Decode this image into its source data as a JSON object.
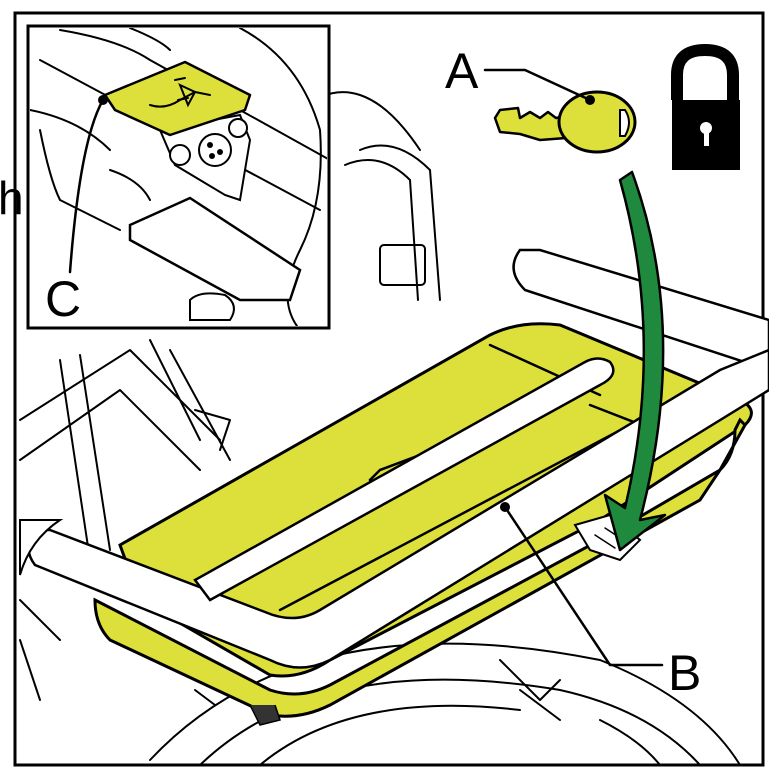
{
  "labels": {
    "a": "A",
    "b": "B",
    "c": "C"
  },
  "edge_glyph": "h",
  "icons": {
    "key": "key-icon",
    "padlock": "unlocked-padlock-icon",
    "arrow": "curved-arrow-icon",
    "socket": "charging-plug-icon"
  },
  "colors": {
    "highlight": "#dde03a",
    "arrow": "#1f8a3d",
    "outline": "#000000",
    "background": "#ffffff"
  }
}
